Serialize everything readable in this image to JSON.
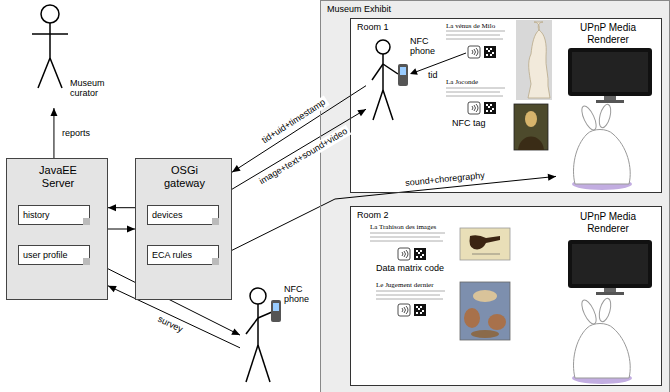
{
  "diagram": {
    "nodes": [
      {
        "text": [
          "Museum curator"
        ]
      },
      {
        "text": [
          "JavaEE Server"
        ]
      },
      {
        "text": [
          "history"
        ],
        "in": 1
      },
      {
        "text": [
          "user profile"
        ],
        "in": 1
      },
      {
        "text": [
          "OSGi gateway"
        ]
      },
      {
        "text": [
          "devices"
        ],
        "in": 4
      },
      {
        "text": [
          "ECA rules"
        ],
        "in": 4
      },
      {
        "text": [
          "Museum Exhibit"
        ]
      },
      {
        "text": [
          "Room 1"
        ],
        "in": 7
      },
      {
        "text": [
          "NFC phone"
        ],
        "in": 8
      },
      {
        "text": [
          "UPnP Media Renderer"
        ],
        "in": 8
      },
      {
        "text": [
          "Room 2"
        ],
        "in": 7
      },
      {
        "text": [
          "UPnP Media Renderer"
        ],
        "in": 11
      },
      {
        "text": [
          "NFC phone"
        ]
      }
    ],
    "edges": [
      {
        "from": 1,
        "to": 0,
        "label": "reports",
        "arrow": "to"
      },
      {
        "from": 4,
        "to": 1,
        "arrow": "to"
      },
      {
        "from": 1,
        "to": 4,
        "arrow": "to"
      },
      {
        "from": 9,
        "to": 4,
        "label": "tid+uid+timestamp",
        "arrow": "to"
      },
      {
        "from": 4,
        "to": 9,
        "label": "image+text+sound+video",
        "arrow": "to"
      },
      {
        "from": 4,
        "to": 10,
        "label": "sound+choregraphy",
        "arrow": "to"
      },
      {
        "from": 1,
        "to": 13,
        "arrow": "to"
      },
      {
        "from": 13,
        "to": 1,
        "label": "survey",
        "arrow": "to"
      }
    ],
    "labels": [
      "La vénus de Milo",
      "tid",
      "La Joconde",
      "NFC tag",
      "La Trahison des images",
      "Data matrix code",
      "Le Jugement dernier"
    ]
  }
}
